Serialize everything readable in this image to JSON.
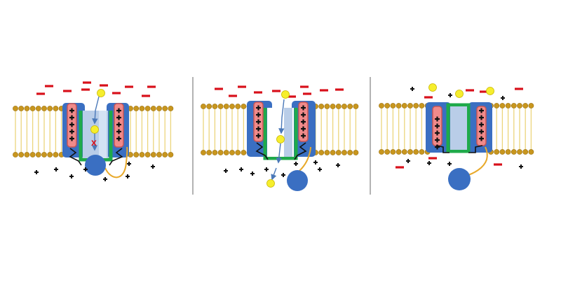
{
  "figure": {
    "panels": [
      {
        "id": "panel-1",
        "state": "closed",
        "ion_label": "x"
      },
      {
        "id": "panel-2",
        "state": "open-ball-released"
      },
      {
        "id": "panel-3",
        "state": "inactivated"
      }
    ]
  },
  "colors": {
    "membrane_head": "#c8961e",
    "membrane_head_stroke": "#9b7212",
    "membrane_tail": "#ecd57c",
    "channel_body": "#3a6fc2",
    "channel_lining": "#1faa4a",
    "pore": "#b9cde8",
    "voltage_sensor": "#f08a8a",
    "voltage_sensor_stroke": "#c85555",
    "positive_charge": "#111111",
    "cation": "#f6ee2d",
    "cation_stroke": "#c9b800",
    "negative_charge": "#d8101a",
    "counter_ion": "#111111",
    "inactivation_ball": "#3a6fc2",
    "tether": "#e8a92a",
    "flow_arrow": "#4a78b8",
    "block_mark": "#d8101a",
    "divider": "#9a9a9a"
  },
  "icons": {
    "negative_charge": "red-dash",
    "positive_charge": "plus-sign",
    "cation": "yellow-circle",
    "counter_ion": "black-dot",
    "ball": "blue-circle",
    "block": "x-mark"
  }
}
